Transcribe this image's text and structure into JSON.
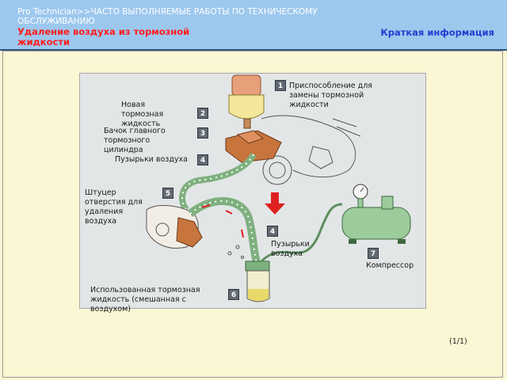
{
  "header": {
    "breadcrumb": "Pro Technician>>ЧАСТО ВЫПОЛНЯЕМЫЕ РАБОТЫ ПО ТЕХНИЧЕСКОМУ ОБСЛУЖИВАНИЮ",
    "title": "Удаление воздуха из тормозной жидкости",
    "summary_link": "Краткая информация"
  },
  "diagram": {
    "labels": [
      {
        "num": "1",
        "text": "Приспособление для замены тормозной жидкости"
      },
      {
        "num": "2",
        "text": "Новая тормозная жидкость"
      },
      {
        "num": "3",
        "text": "Бачок главного тормозного цилиндра"
      },
      {
        "num": "4",
        "text": "Пузырьки воздуха"
      },
      {
        "num": "5",
        "text": "Штуцер отверстия для удаления воздуха"
      },
      {
        "num": "4",
        "text": "Пузырьки воздуха"
      },
      {
        "num": "7",
        "text": "Компрессор"
      },
      {
        "num": "6",
        "text": "Использованная тормозная жидкость (смешанная с воздухом)"
      }
    ]
  },
  "pager": "(1/1)",
  "colors": {
    "header_bg": "#9dc8ee",
    "title": "#ff1c1c",
    "link": "#1f3fd0",
    "badge": "#626a73",
    "hose": "#7fb07f"
  }
}
